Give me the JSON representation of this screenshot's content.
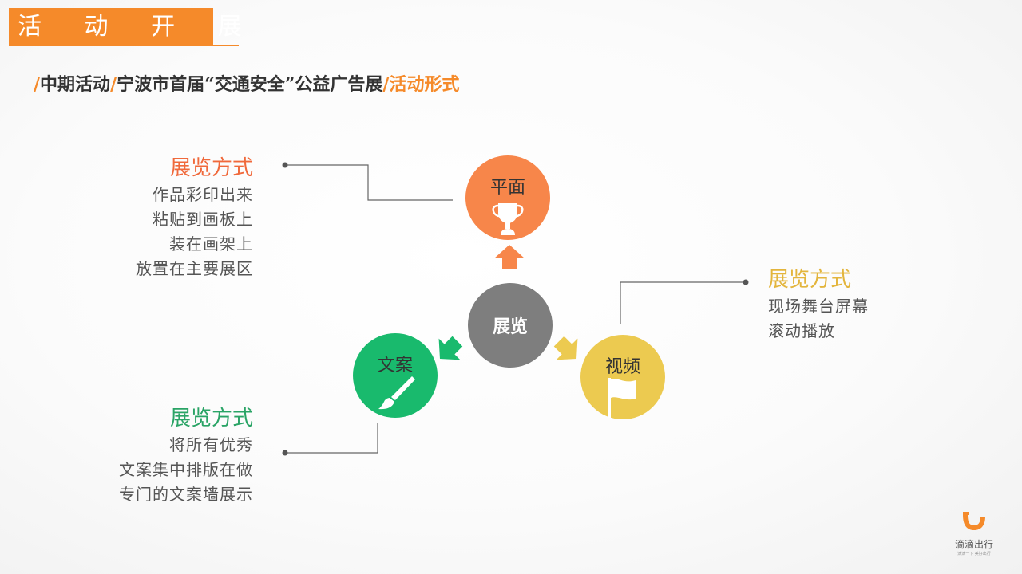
{
  "header": {
    "title": "活 动 开 展"
  },
  "breadcrumb": {
    "part1": "中期活动",
    "part2": "宁波市首届“交通安全”公益广告展",
    "part3": "活动形式"
  },
  "center": {
    "label": "展览"
  },
  "nodes": {
    "print": {
      "label": "平面",
      "color": "#f7864a",
      "icon": "trophy-icon"
    },
    "copy": {
      "label": "文案",
      "color": "#19ba6d",
      "icon": "brush-icon"
    },
    "video": {
      "label": "视频",
      "color": "#ecca50",
      "icon": "flag-icon"
    }
  },
  "callouts": {
    "print": {
      "title": "展览方式",
      "color": "#f0693b",
      "lines": [
        "作品彩印出来",
        "粘贴到画板上",
        "装在画架上",
        "放置在主要展区"
      ]
    },
    "copy": {
      "title": "展览方式",
      "color": "#2aa466",
      "lines": [
        "将所有优秀",
        "文案集中排版在做",
        "专门的文案墙展示"
      ]
    },
    "video": {
      "title": "展览方式",
      "color": "#e3b53c",
      "lines": [
        "现场舞台屏幕",
        "滚动播放"
      ]
    }
  },
  "logo": {
    "name": "滴滴出行",
    "slogan": "滴滴一下 美好出行",
    "color": "#f58a2a"
  }
}
